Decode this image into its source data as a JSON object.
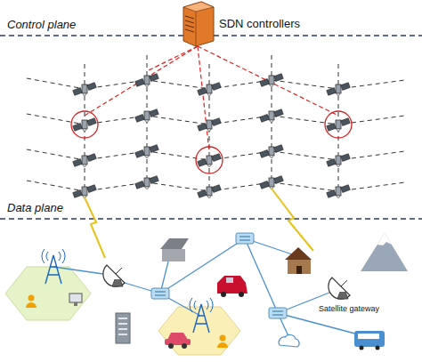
{
  "diagram": {
    "labels": [
      "SDN controllers",
      "Control plane",
      "Data plane",
      "Satellite gateway"
    ]
  }
}
